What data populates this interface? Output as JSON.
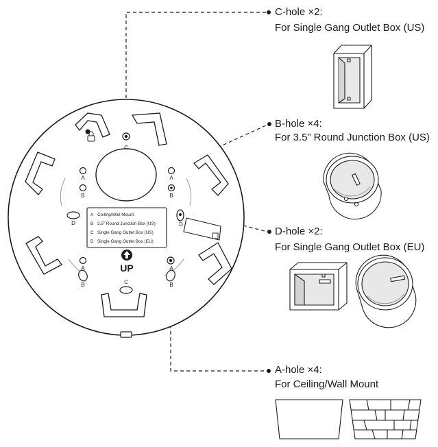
{
  "callouts": {
    "c_hole": {
      "title": "C-hole ×2:",
      "desc": "For Single Gang Outlet Box (US)"
    },
    "b_hole": {
      "title": "B-hole ×4:",
      "desc": "For 3.5” Round Junction Box (US)"
    },
    "d_hole": {
      "title": "D-hole ×2:",
      "desc": "For Single Gang Outlet Box (EU)"
    },
    "a_hole": {
      "title": "A-hole ×4:",
      "desc": "For Ceiling/Wall Mount"
    }
  },
  "plate": {
    "legend": [
      {
        "letter": "A",
        "text": "Ceiling/Wall Mount"
      },
      {
        "letter": "B",
        "text": "3.5” Round Junction Box (US)"
      },
      {
        "letter": "C",
        "text": "Single Gang Outlet Box (US)"
      },
      {
        "letter": "D",
        "text": "Single Gang Outlet Box (EU)"
      }
    ],
    "up_label": "UP",
    "hole_labels": {
      "c_top": "C",
      "c_bottom": "C",
      "a_left": "A",
      "b_left": "B",
      "a_right": "A",
      "b_right": "B",
      "d_left": "D",
      "d_right": "D",
      "a_bottom_left": "A",
      "b_bottom_left": "B",
      "a_bottom_right": "A",
      "b_bottom_right": "B"
    }
  },
  "colors": {
    "line": "#1a1a1a",
    "plate_fill": "#ffffff",
    "box_shade": "#e8e8e8",
    "box_shade_dark": "#d4d4d4"
  }
}
